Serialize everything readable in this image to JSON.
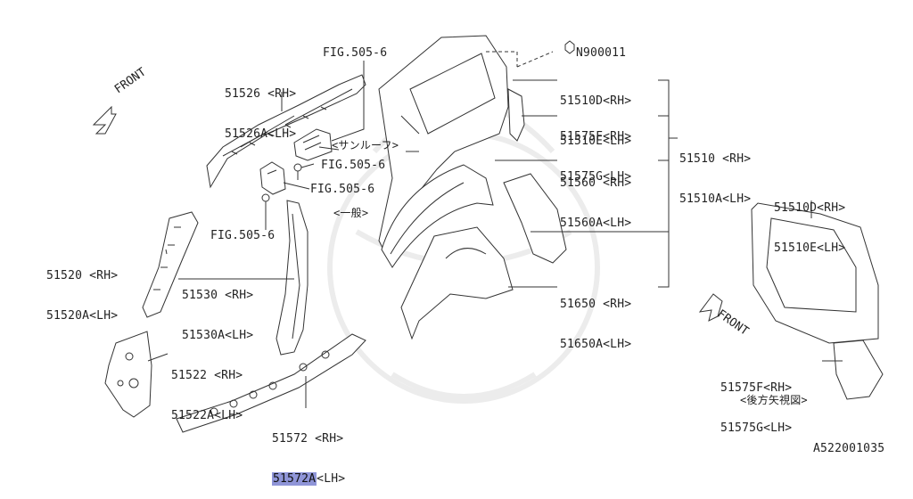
{
  "parts": [
    {
      "id": "51526",
      "rh": "51526 <RH>",
      "lh": "51526A<LH>"
    },
    {
      "id": "fig-top",
      "text": "FIG.505-6"
    },
    {
      "id": "sunroof",
      "text": "<サンルーフ>"
    },
    {
      "id": "fig-mid1",
      "text": "FIG.505-6"
    },
    {
      "id": "fig-mid2",
      "text": "FIG.505-6"
    },
    {
      "id": "general",
      "text": "<一般>"
    },
    {
      "id": "fig-low",
      "text": "FIG.505-6"
    },
    {
      "id": "n900011",
      "text": "N900011"
    },
    {
      "id": "51510D",
      "rh": "51510D<RH>",
      "lh": "51510E<LH>"
    },
    {
      "id": "51575F",
      "rh": "51575F<RH>",
      "lh": "51575G<LH>"
    },
    {
      "id": "51510",
      "rh": "51510 <RH>",
      "lh": "51510A<LH>"
    },
    {
      "id": "51560",
      "rh": "51560 <RH>",
      "lh": "51560A<LH>"
    },
    {
      "id": "51650",
      "rh": "51650 <RH>",
      "lh": "51650A<LH>"
    },
    {
      "id": "51520",
      "rh": "51520 <RH>",
      "lh": "51520A<LH>"
    },
    {
      "id": "51530",
      "rh": "51530 <RH>",
      "lh": "51530A<LH>"
    },
    {
      "id": "51522",
      "rh": "51522 <RH>",
      "lh": "51522A<LH>"
    },
    {
      "id": "51572",
      "rh": "51572 <RH>",
      "lh_part": "51572A",
      "lh_suffix": "<LH>"
    },
    {
      "id": "51510D-r",
      "rh": "51510D<RH>",
      "lh": "51510E<LH>"
    },
    {
      "id": "51575F-r",
      "rh": "51575F<RH>",
      "lh": "51575G<LH>"
    },
    {
      "id": "rear-view",
      "text": "<後方矢視図>"
    }
  ],
  "front_label": "FRONT",
  "diagram_code": "A522001035",
  "highlight_color": "#8f95d8"
}
